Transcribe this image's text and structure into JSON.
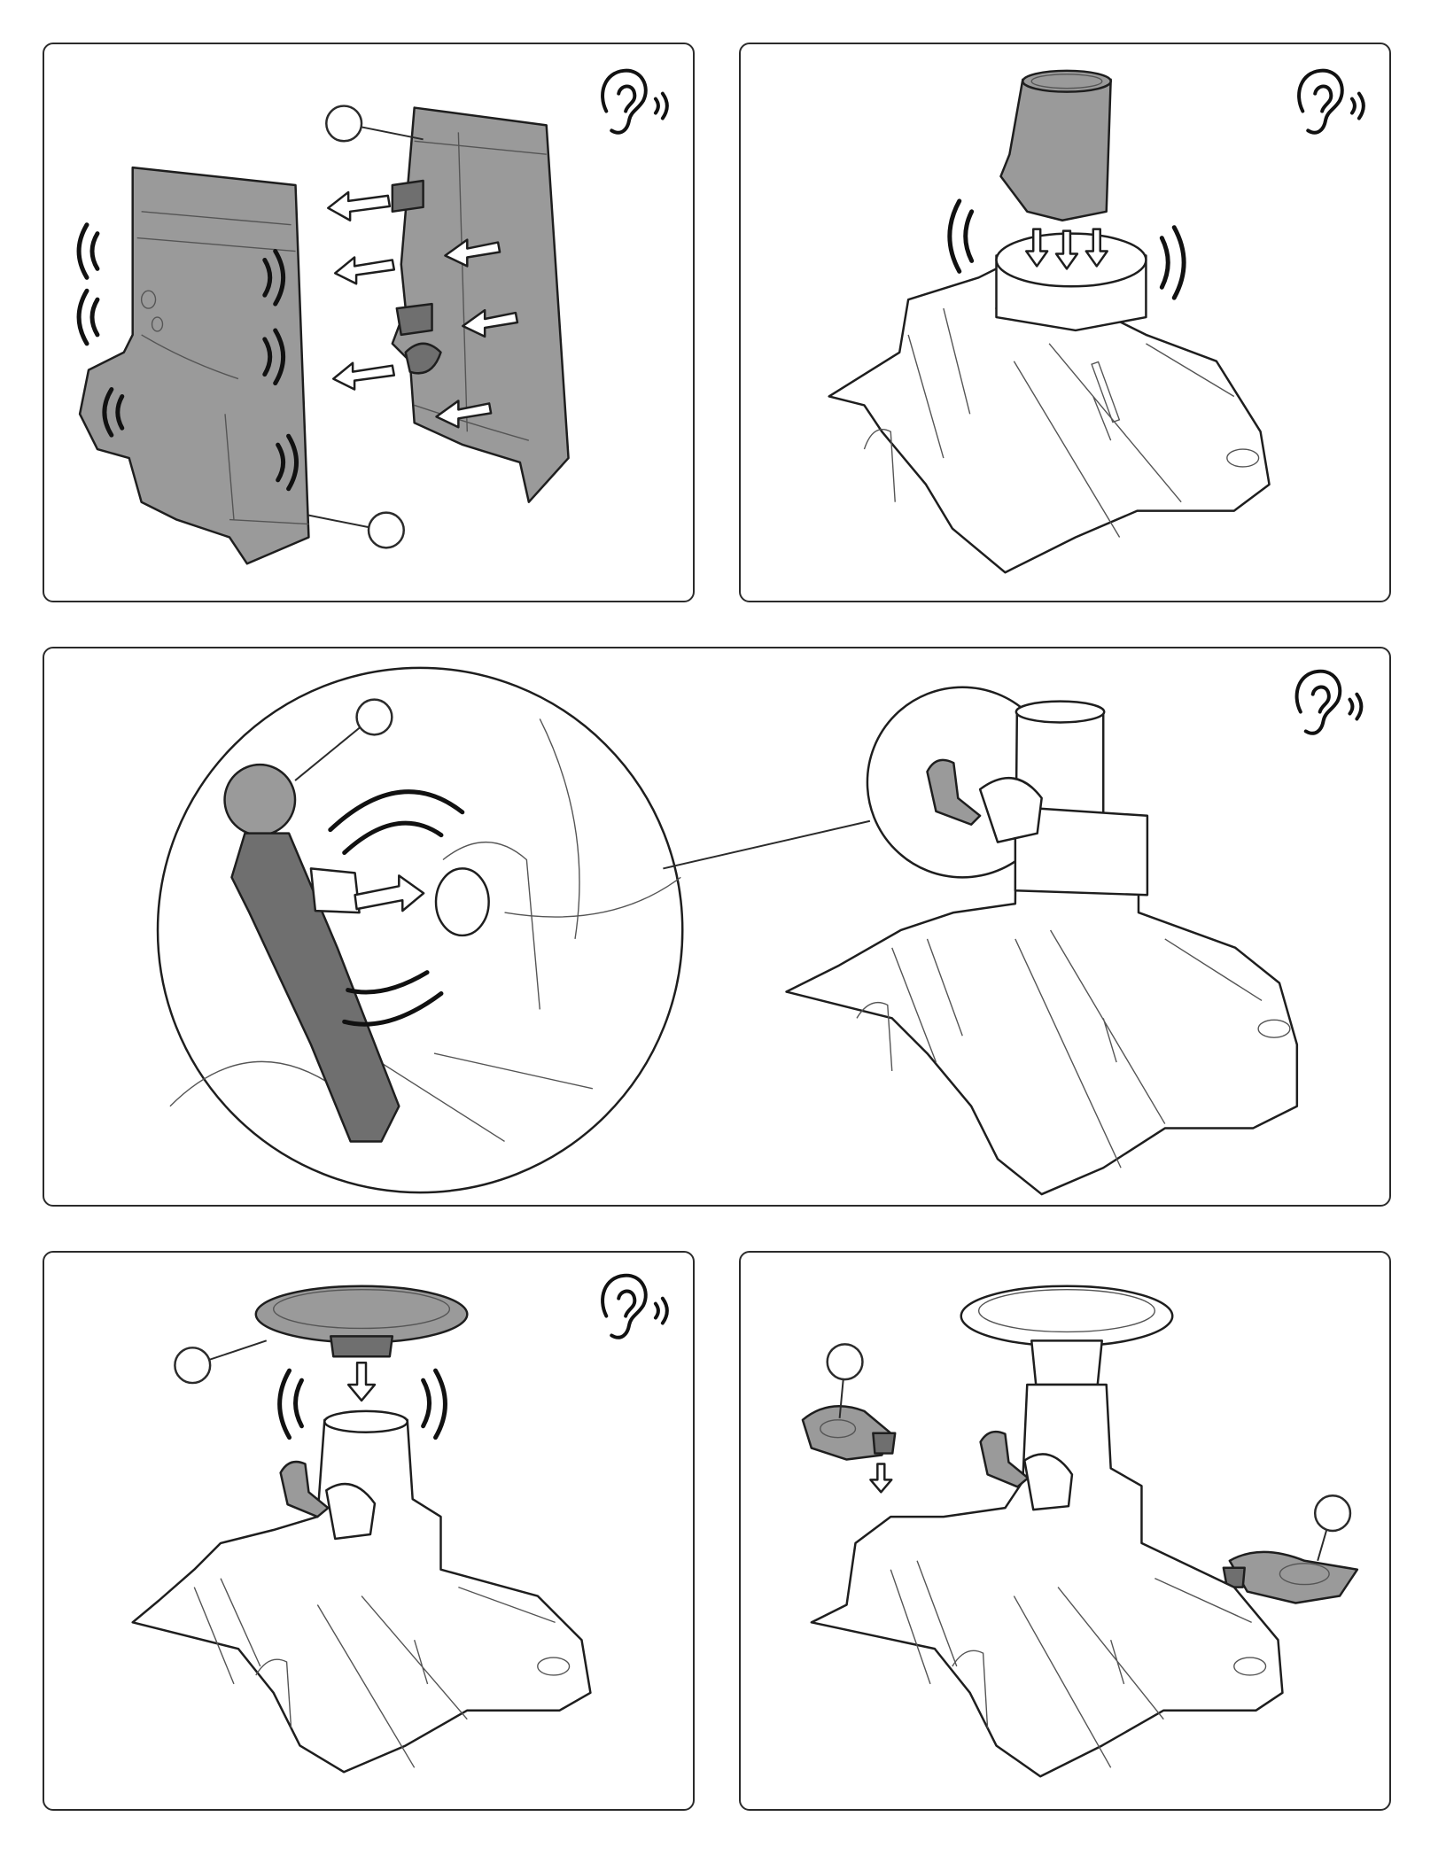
{
  "panels": [
    {
      "id": 1,
      "callouts": 2,
      "ear_icon": true
    },
    {
      "id": 2,
      "callouts": 0,
      "ear_icon": true
    },
    {
      "id": 3,
      "callouts": 1,
      "ear_icon": true
    },
    {
      "id": 4,
      "callouts": 1,
      "ear_icon": true
    },
    {
      "id": 5,
      "callouts": 2,
      "ear_icon": false
    }
  ],
  "icons": [
    "ear-sound-icon",
    "insert-arrow-icon",
    "click-sound-waves-icon"
  ],
  "colors": {
    "outline": "#1e1e1e",
    "part_gray": "#9a9a9a",
    "part_dark_gray": "#6f6f6f",
    "background": "#ffffff"
  }
}
